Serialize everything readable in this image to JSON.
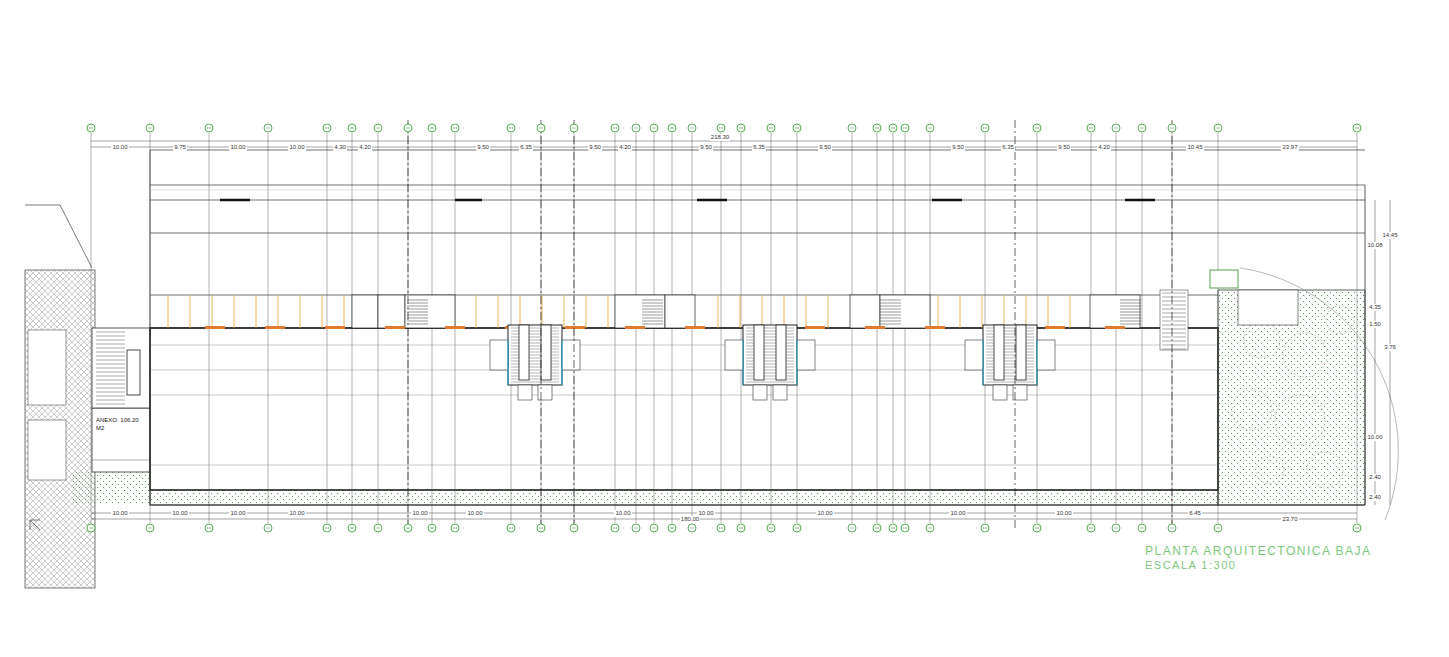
{
  "diagram": {
    "title": "PLANTA ARQUITECTONICA BAJA",
    "nodes": [
      {
        "text": [
          "ANEXO: 106.20 M2"
        ]
      }
    ],
    "labels": [
      "ESCALA 1:300",
      "218.30",
      "10.00",
      "9.75",
      "10.00",
      "10.00",
      "4.30",
      "4.20",
      "9.50",
      "6.35",
      "9.50",
      "4.20",
      "9.50",
      "6.35",
      "9.50",
      "9.50",
      "6.35",
      "9.50",
      "4.20",
      "10.45",
      "23.97",
      "10.00",
      "10.00",
      "10.00",
      "10.00",
      "10.00",
      "10.00",
      "10.00",
      "10.00",
      "10.00",
      "10.00",
      "10.00",
      "6.45",
      "23.70",
      "180.00",
      "10.08",
      "14.45",
      "4.35",
      "1.50",
      "3.76",
      "10.00",
      "2.40",
      "2.40"
    ]
  }
}
